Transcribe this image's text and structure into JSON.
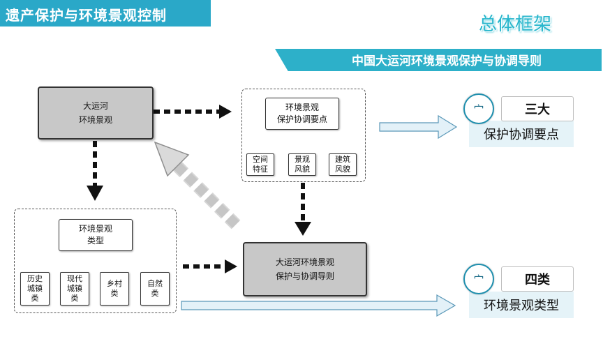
{
  "header": {
    "title": "遗产保护与环境景观控制",
    "section": "总体框架"
  },
  "banner": {
    "title": "中国大运河环境景观保护与协调导则"
  },
  "diagram": {
    "source_box": {
      "line1": "大运河",
      "line2": "环境景观"
    },
    "points": {
      "title_line1": "环境景观",
      "title_line2": "保护协调要点",
      "items": [
        {
          "line1": "空间",
          "line2": "特征"
        },
        {
          "line1": "景观",
          "line2": "风貌"
        },
        {
          "line1": "建筑",
          "line2": "风貌"
        }
      ]
    },
    "types": {
      "title_line1": "环境景观",
      "title_line2": "类型",
      "items": [
        {
          "line1": "历史",
          "line2": "城镇",
          "line3": "类"
        },
        {
          "line1": "现代",
          "line2": "城镇",
          "line3": "类"
        },
        {
          "line1": "乡村",
          "line2": "类"
        },
        {
          "line1": "自然",
          "line2": "类"
        }
      ]
    },
    "guideline_box": {
      "line1": "大运河环境景观",
      "line2": "保护与协调导则"
    }
  },
  "summary": [
    {
      "logo_icon": "seal-logo-icon",
      "logo_glyph": "宀",
      "tag": "三大",
      "label": "保护协调要点"
    },
    {
      "logo_icon": "seal-logo-icon",
      "logo_glyph": "宀",
      "tag": "四类",
      "label": "环境景观类型"
    }
  ],
  "colors": {
    "accent": "#2aa8c8",
    "box_gray": "#c8c8c8",
    "arrow_light": "#e3f1f8"
  }
}
